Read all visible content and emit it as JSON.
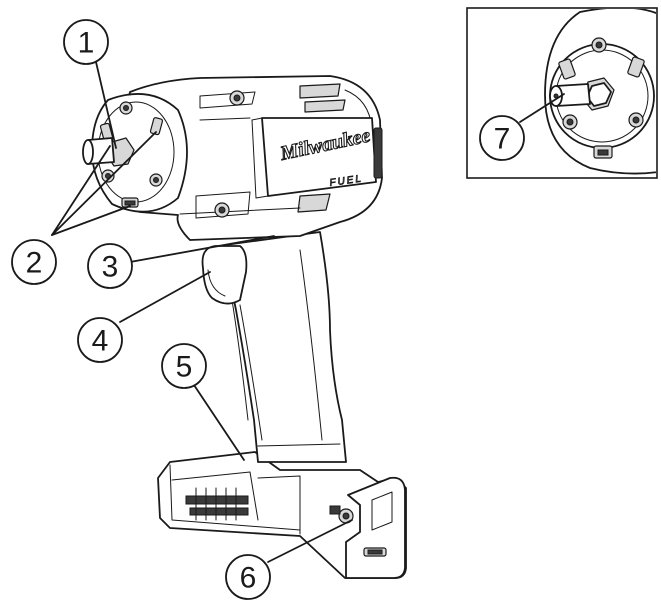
{
  "figure": {
    "brand_logo": "Milwaukee",
    "brand_sub": "FUEL",
    "callouts": [
      "1",
      "2",
      "3",
      "4",
      "5",
      "6",
      "7"
    ]
  }
}
